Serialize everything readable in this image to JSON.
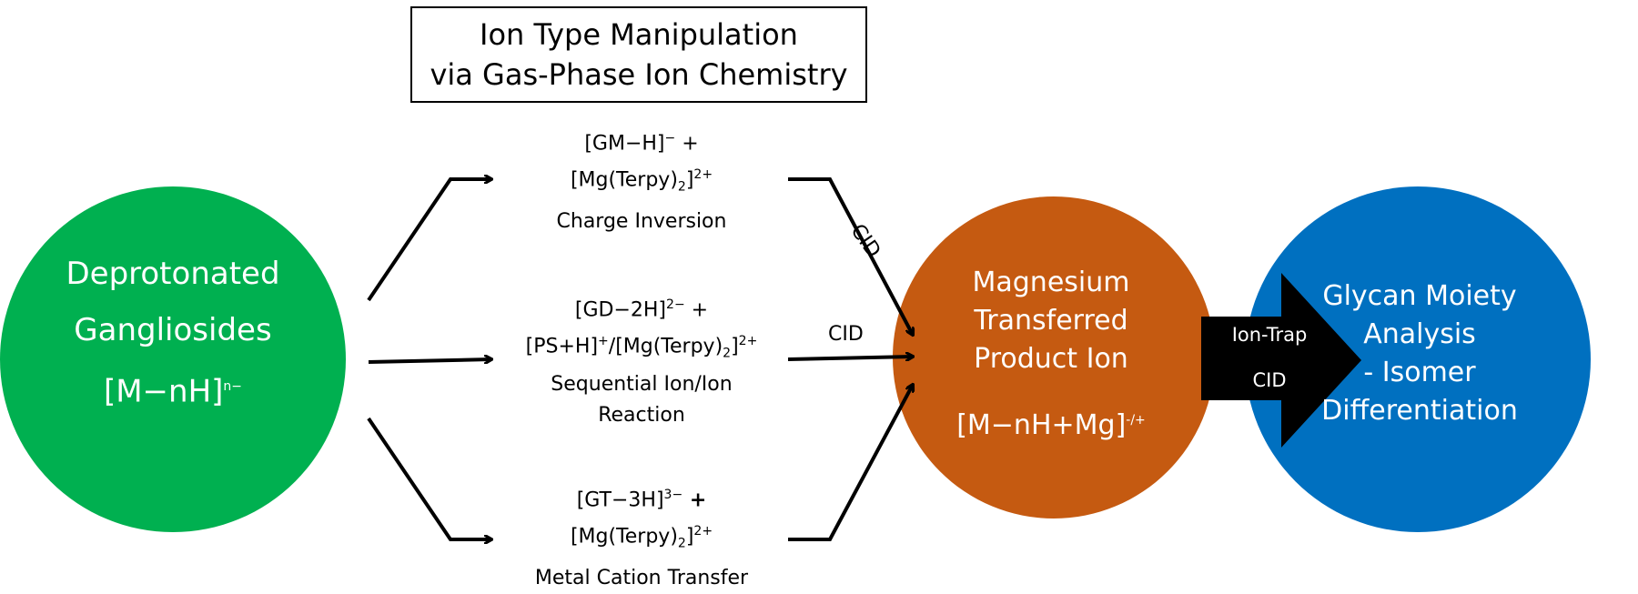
{
  "title": {
    "line1": "Ion Type Manipulation",
    "line2": "via Gas-Phase Ion Chemistry"
  },
  "start_node": {
    "line1": "Deprotonated",
    "line2": "Gangliosides",
    "formula_base": "[M−nH]",
    "formula_sup": "n−",
    "color": "#00b050"
  },
  "reactions": [
    {
      "line1": "[GM−H]",
      "line1_sup": "−",
      "line1_plus": " +",
      "line2_pre": "[Mg(Terpy)",
      "line2_sub": "2",
      "line2_post": "]",
      "line2_sup": "2+",
      "label": "Charge Inversion"
    },
    {
      "line1": "[GD−2H]",
      "line1_sup": "2−",
      "line1_plus": " +",
      "line2_a": "[PS+H]",
      "line2_a_sup": "+",
      "line2_b": "/[Mg(Terpy)",
      "line2_sub": "2",
      "line2_post": "]",
      "line2_sup": "2+",
      "label_line1": "Sequential Ion/Ion",
      "label_line2": "Reaction"
    },
    {
      "line1": "[GT−3H]",
      "line1_sup": "3−",
      "line1_plus": " +",
      "line2_pre": "[Mg(Terpy)",
      "line2_sub": "2",
      "line2_post": "]",
      "line2_sup": "2+",
      "label": "Metal Cation Transfer"
    }
  ],
  "cid_label": "CID",
  "product_node": {
    "line1": "Magnesium",
    "line2": "Transferred",
    "line3": "Product Ion",
    "formula_base": "[M−nH+Mg]",
    "formula_sup": "-/+",
    "color": "#c55a11"
  },
  "ion_trap": {
    "line1": "Ion-Trap",
    "line2": "CID"
  },
  "end_node": {
    "line1": "Glycan Moiety",
    "line2": "Analysis",
    "line3": "- Isomer",
    "line4": "Differentiation",
    "color": "#0070c0"
  }
}
